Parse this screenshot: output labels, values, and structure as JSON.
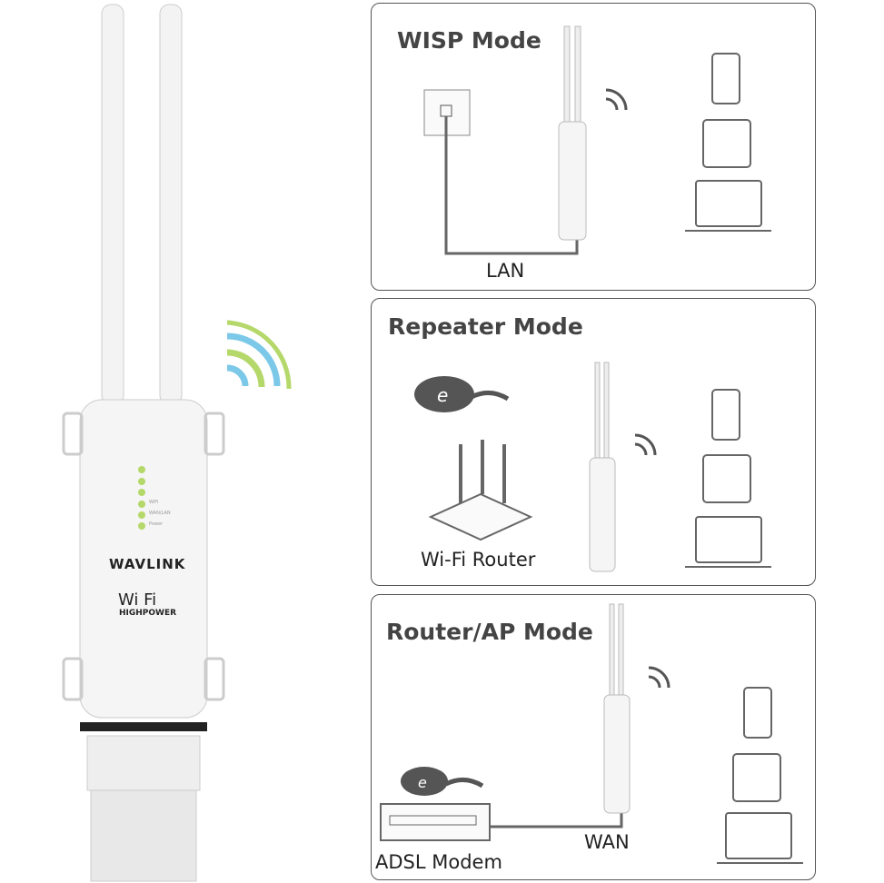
{
  "product": {
    "brand": "WAVLINK",
    "wifi_logo": "Wi Fi",
    "wifi_sub": "HIGHPOWER",
    "leds": [
      "WiFi",
      "WAN/LAN",
      "Power"
    ]
  },
  "panels": [
    {
      "title": "WISP Mode",
      "labels": [
        "LAN"
      ]
    },
    {
      "title": "Repeater  Mode",
      "labels": [
        "Wi-Fi Router"
      ]
    },
    {
      "title": "Router/AP Mode",
      "labels": [
        "ADSL Modem",
        "WAN"
      ]
    }
  ],
  "colors": {
    "wave_blue": "#7cc8e8",
    "wave_green": "#b5d86a",
    "border": "#555555"
  }
}
